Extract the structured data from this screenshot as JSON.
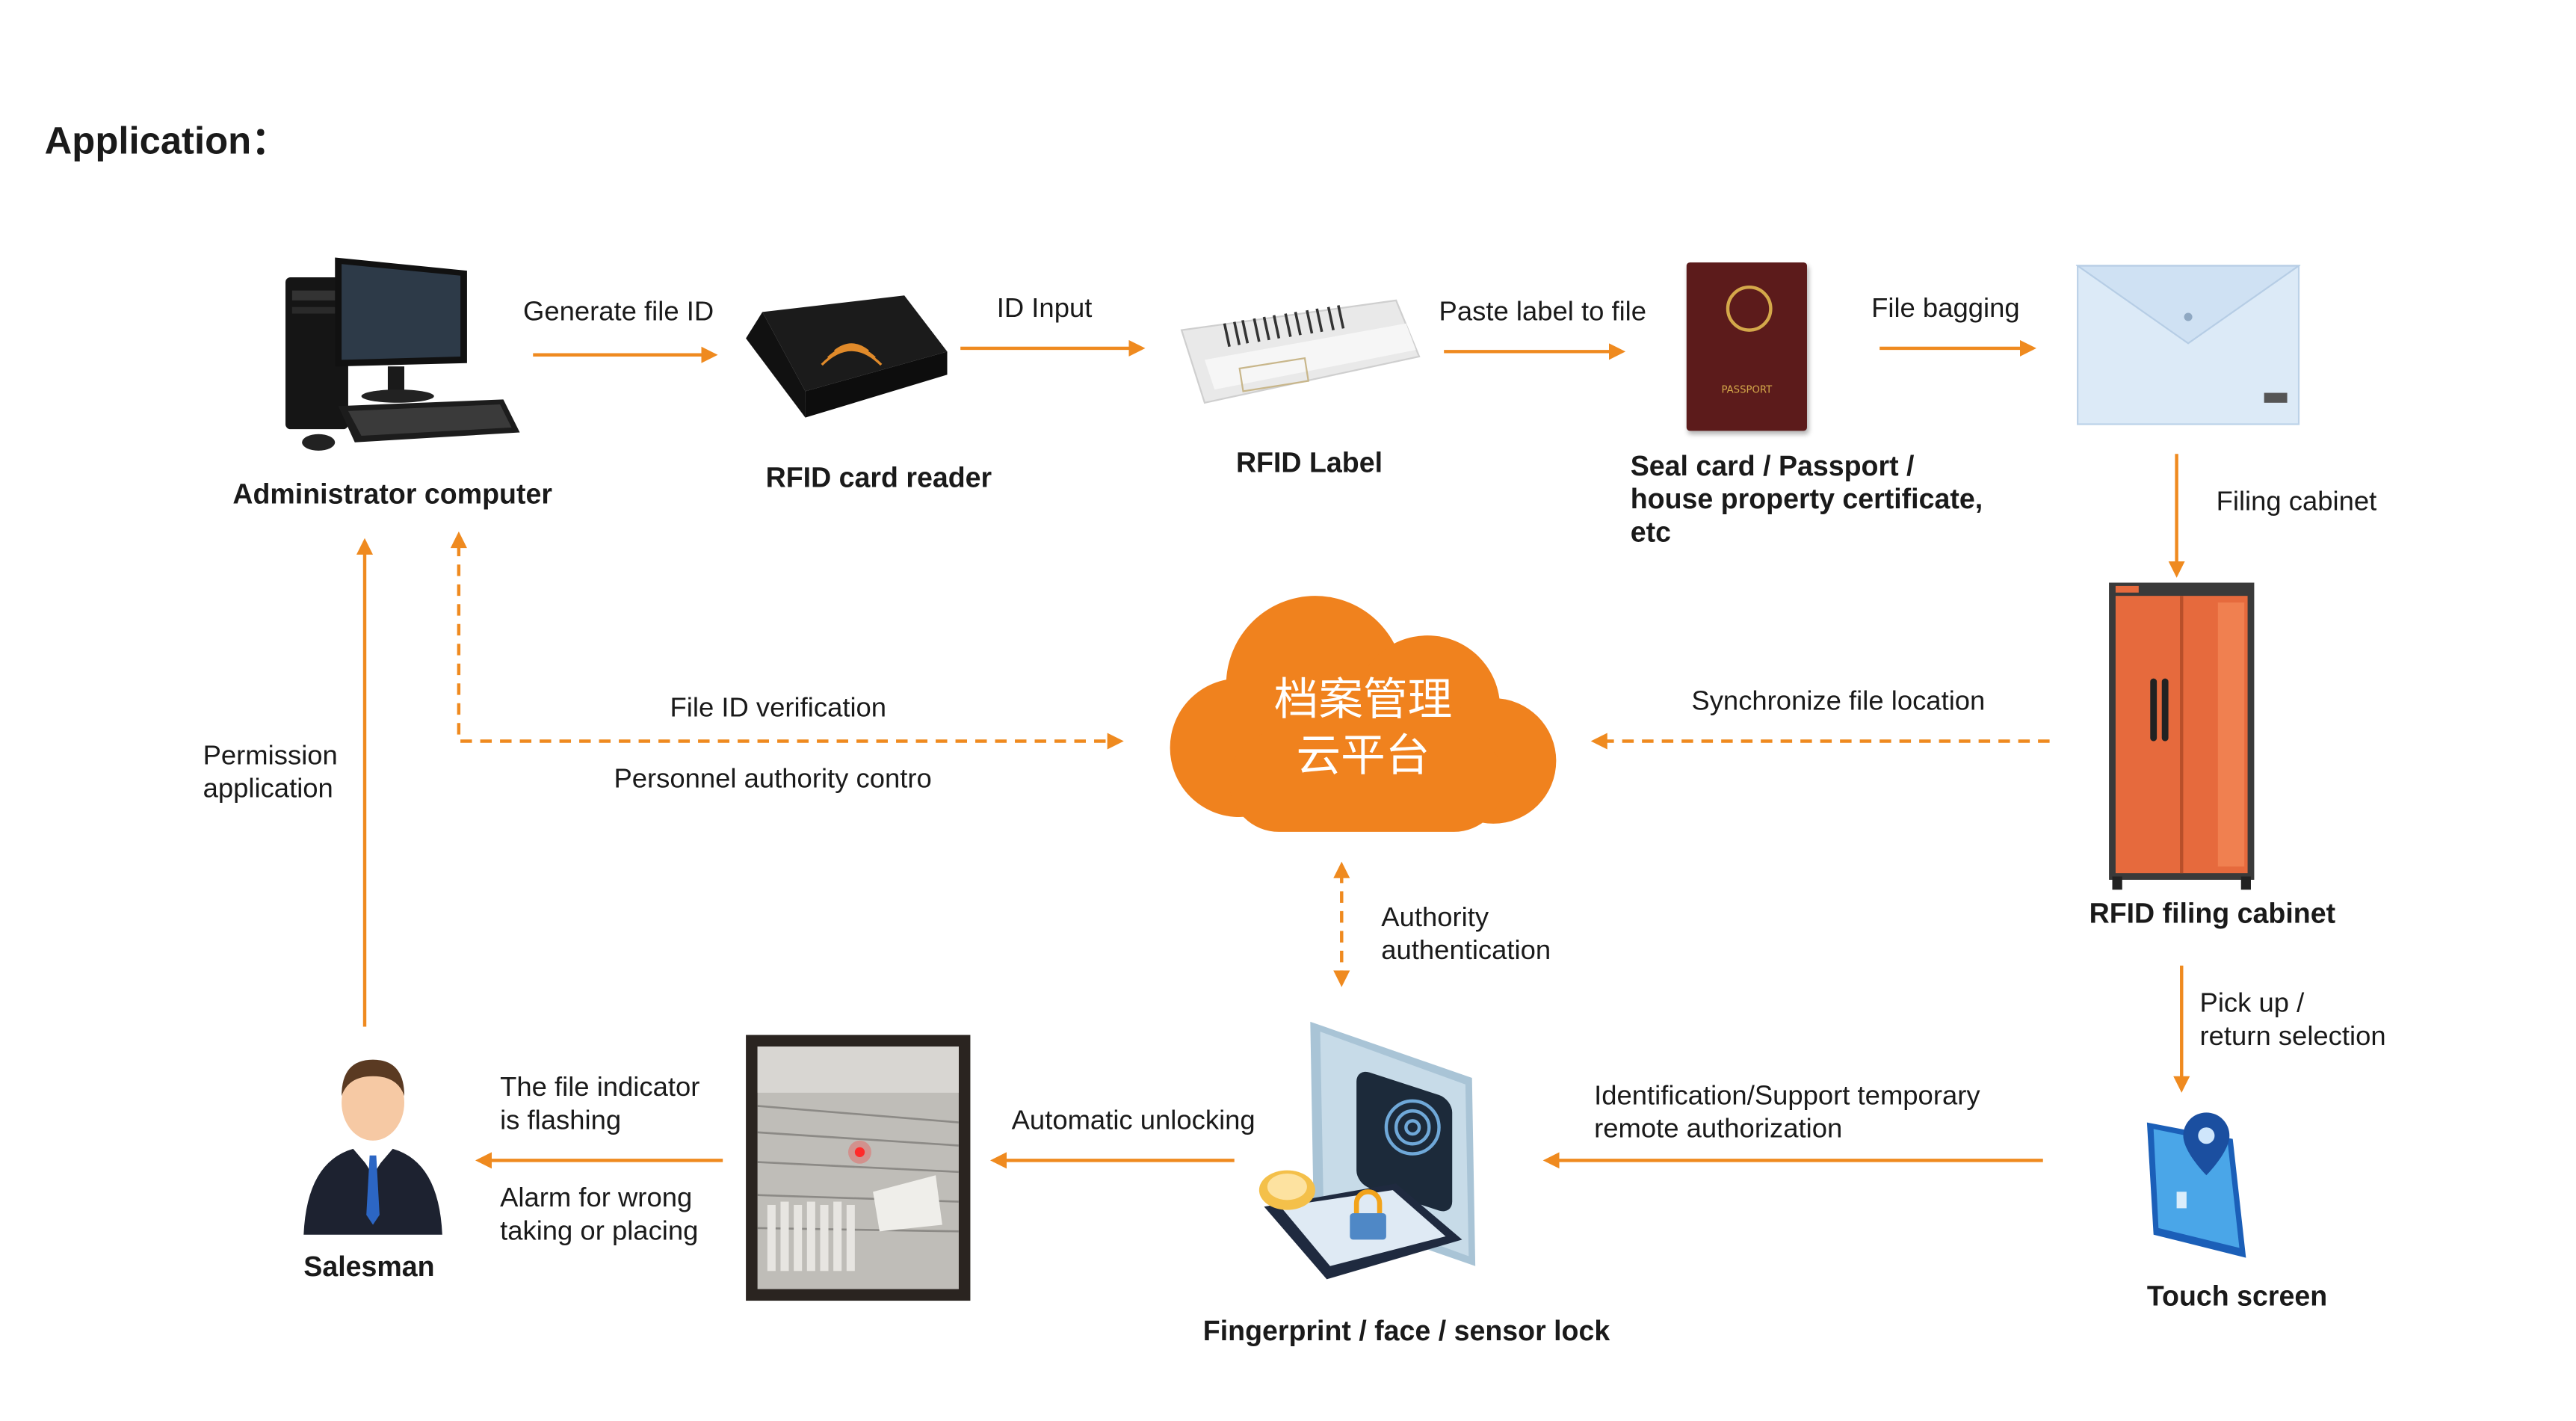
{
  "title": "Application：",
  "nodes": {
    "admin": "Administrator computer",
    "reader": "RFID card reader",
    "label": "RFID Label",
    "seal_1": "Seal card / Passport /",
    "seal_2": "house property certificate,",
    "seal_3": "etc",
    "cabinet": "RFID filing cabinet",
    "touch": "Touch screen",
    "lock": "Fingerprint / face / sensor lock",
    "salesman": "Salesman"
  },
  "cloud": {
    "line1": "档案管理",
    "line2": "云平台"
  },
  "edges": {
    "generate": "Generate file ID",
    "id_input": "ID Input",
    "paste": "Paste label  to file",
    "bagging": "File bagging",
    "filing": "Filing cabinet",
    "verify": "File ID verification",
    "personnel": "Personnel authority contro",
    "sync": "Synchronize file location",
    "auth_1": "Authority",
    "auth_2": "authentication",
    "pick_1": "Pick up /",
    "pick_2": "return selection",
    "ident_1": "Identification/Support temporary",
    "ident_2": "remote authorization",
    "unlock": "Automatic unlocking",
    "indicator_1": "The file indicator",
    "indicator_2": "is flashing",
    "alarm_1": "Alarm for wrong",
    "alarm_2": "taking or placing",
    "perm_1": "Permission",
    "perm_2": "application"
  },
  "passport_text": "PASSPORT",
  "colors": {
    "accent": "#ef8a1f",
    "cloud": "#f0821e",
    "cabinet": "#e66a3d"
  }
}
